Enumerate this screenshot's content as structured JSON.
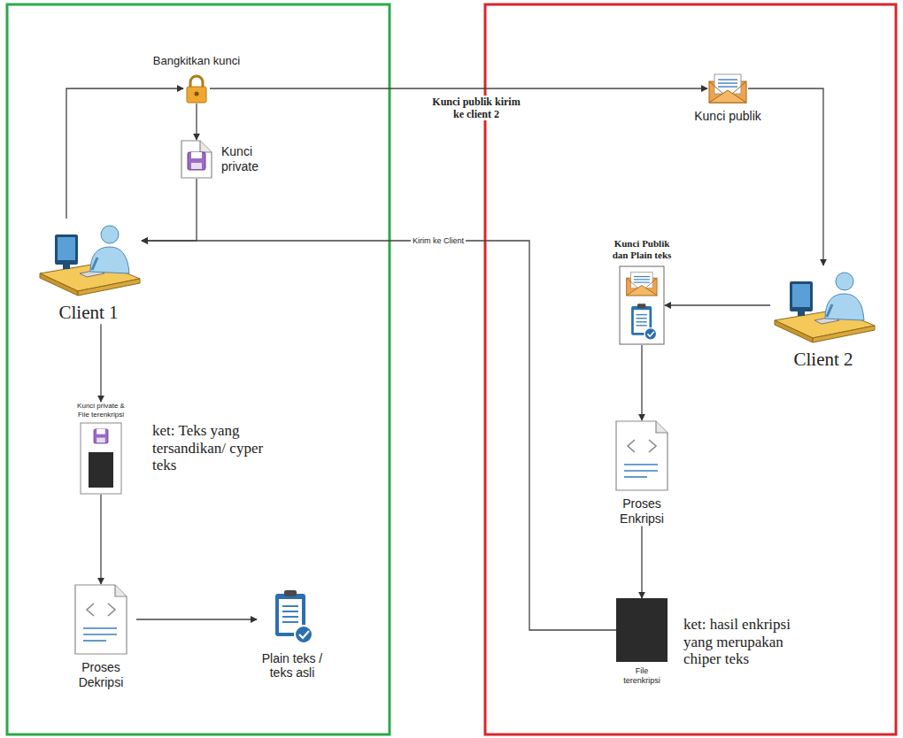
{
  "diagram": {
    "nodes": [
      {
        "text": [
          "Bangkitkan kunci"
        ]
      },
      {
        "text": [
          "Kunci private"
        ]
      },
      {
        "text": [
          "Client 1"
        ]
      },
      {
        "text": [
          "Kunci private & File terenkripsi",
          "ket: Teks yang tersandikan/ cyper teks"
        ]
      },
      {
        "text": [
          "Proses Dekripsi"
        ]
      },
      {
        "text": [
          "Plain teks / teks asli"
        ]
      },
      {
        "text": [
          "Kunci publik"
        ]
      },
      {
        "text": [
          "Client 2"
        ]
      },
      {
        "text": [
          "Kunci Publik dan Plain teks"
        ]
      },
      {
        "text": [
          "Proses Enkripsi"
        ]
      },
      {
        "text": [
          "File terenkripsi",
          "ket: hasil enkripsi yang merupakan chiper teks"
        ]
      }
    ],
    "edges": [
      {
        "from": 2,
        "to": 0,
        "arrow": "to"
      },
      {
        "from": 0,
        "to": 1,
        "arrow": "to"
      },
      {
        "from": 0,
        "to": 6,
        "label": "Kunci publik kirim ke client 2",
        "arrow": "to"
      },
      {
        "from": 1,
        "to": 2,
        "arrow": "to"
      },
      {
        "from": 10,
        "to": 2,
        "label": "Kirim ke Client",
        "arrow": "to"
      },
      {
        "from": 6,
        "to": 7,
        "arrow": "to"
      },
      {
        "from": 7,
        "to": 8,
        "arrow": "to"
      },
      {
        "from": 8,
        "to": 9,
        "arrow": "to"
      },
      {
        "from": 9,
        "to": 10,
        "arrow": "to"
      },
      {
        "from": 2,
        "to": 3,
        "arrow": "to"
      },
      {
        "from": 3,
        "to": 4,
        "arrow": "to"
      },
      {
        "from": 4,
        "to": 5,
        "arrow": "to"
      }
    ]
  }
}
